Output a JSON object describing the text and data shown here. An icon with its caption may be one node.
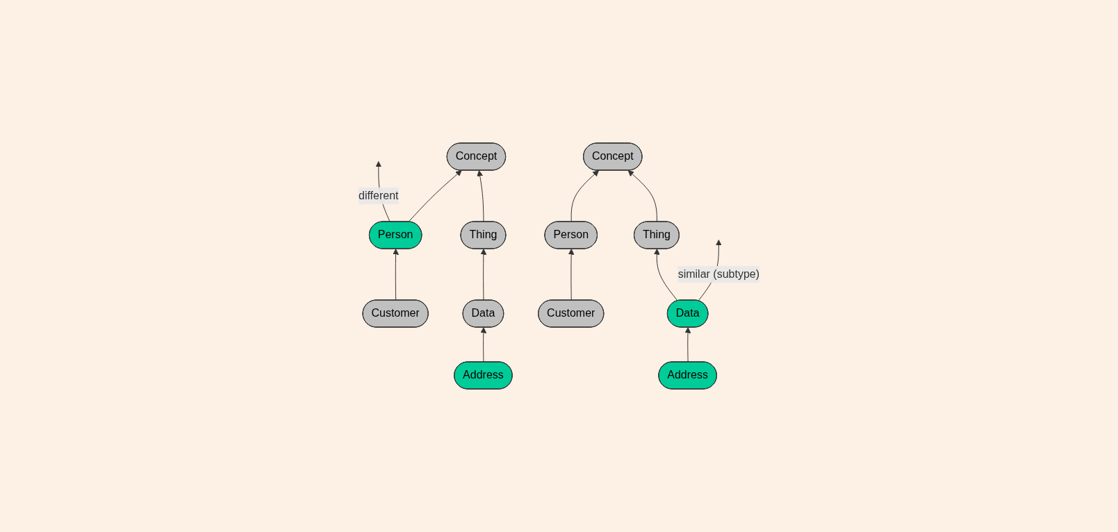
{
  "diagram": {
    "nodes": [
      {
        "text": [
          "Concept"
        ]
      },
      {
        "text": [
          "Person"
        ]
      },
      {
        "text": [
          "Thing"
        ]
      },
      {
        "text": [
          "Customer"
        ]
      },
      {
        "text": [
          "Data"
        ]
      },
      {
        "text": [
          "Address"
        ]
      },
      {
        "text": [
          "Concept"
        ]
      },
      {
        "text": [
          "Person"
        ]
      },
      {
        "text": [
          "Thing"
        ]
      },
      {
        "text": [
          "Customer"
        ]
      },
      {
        "text": [
          "Data"
        ]
      },
      {
        "text": [
          "Address"
        ]
      }
    ],
    "edges": [
      {
        "from": 1,
        "to": 0,
        "arrow": "to"
      },
      {
        "from": 2,
        "to": 0,
        "arrow": "to"
      },
      {
        "from": 3,
        "to": 1,
        "arrow": "to"
      },
      {
        "from": 4,
        "to": 2,
        "arrow": "to"
      },
      {
        "from": 5,
        "to": 4,
        "arrow": "to"
      },
      {
        "from": 7,
        "to": 6,
        "arrow": "to"
      },
      {
        "from": 8,
        "to": 6,
        "arrow": "to"
      },
      {
        "from": 9,
        "to": 7,
        "arrow": "to"
      },
      {
        "from": 10,
        "to": 8,
        "arrow": "to"
      },
      {
        "from": 11,
        "to": 10,
        "arrow": "to"
      },
      {
        "from": 4,
        "to": null,
        "arrow": "to",
        "label": "similar (subtype)"
      },
      {
        "from": 7,
        "to": null,
        "arrow": "to",
        "label": "different"
      }
    ]
  }
}
